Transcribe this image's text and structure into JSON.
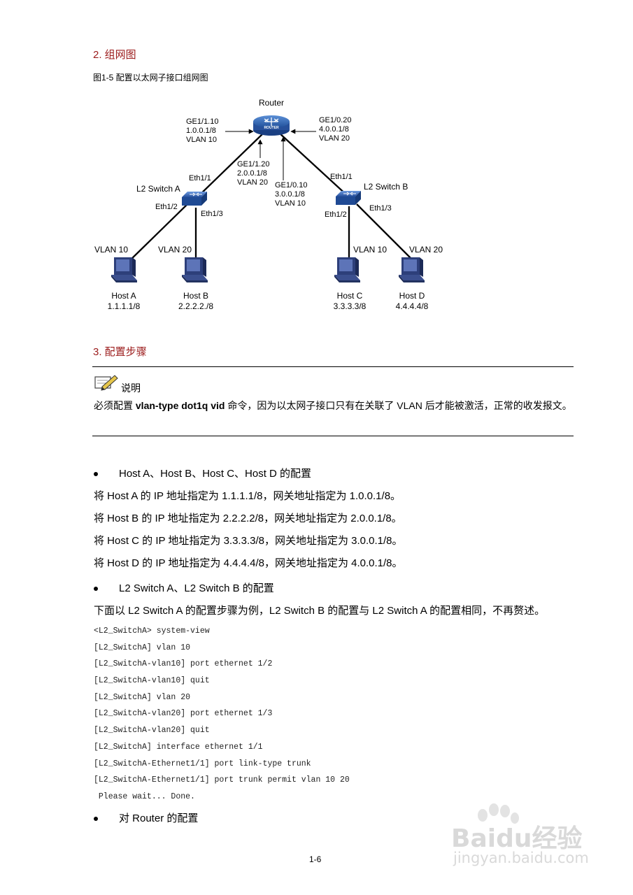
{
  "section2": {
    "title": "2. 组网图",
    "caption": "图1-5  配置以太网子接口组网图"
  },
  "diagram": {
    "router": {
      "name": "Router",
      "badge": "ROUTER"
    },
    "if_ge110": [
      "GE1/1.10",
      "1.0.0.1/8",
      "VLAN 10"
    ],
    "if_ge120": [
      "GE1/1.20",
      "2.0.0.1/8",
      "VLAN 20"
    ],
    "if_ge010": [
      "GE1/0.10",
      "3.0.0.1/8",
      "VLAN 10"
    ],
    "if_ge020": [
      "GE1/0.20",
      "4.0.0.1/8",
      "VLAN 20"
    ],
    "switch_a": {
      "name": "L2 Switch A",
      "eth1": "Eth1/1",
      "eth2": "Eth1/2",
      "eth3": "Eth1/3"
    },
    "switch_b": {
      "name": "L2 Switch B",
      "eth1": "Eth1/1",
      "eth2": "Eth1/2",
      "eth3": "Eth1/3"
    },
    "vlan_labels": [
      "VLAN 10",
      "VLAN 20",
      "VLAN 10",
      "VLAN 20"
    ],
    "hosts": [
      {
        "name": "Host A",
        "ip": "1.1.1.1/8"
      },
      {
        "name": "Host B",
        "ip": "2.2.2.2./8"
      },
      {
        "name": "Host C",
        "ip": "3.3.3.3/8"
      },
      {
        "name": "Host D",
        "ip": "4.4.4.4/8"
      }
    ]
  },
  "section3": {
    "title": "3. 配置步骤"
  },
  "note": {
    "title": "说明",
    "pre": "必须配置 ",
    "cmd": "vlan-type dot1q vid",
    "post": " 命令，因为以太网子接口只有在关联了 VLAN 后才能被激活，正常的收发报文。"
  },
  "hosts_section": {
    "bullet": "Host A、Host B、Host C、Host D 的配置",
    "lines": [
      "将 Host A 的 IP 地址指定为 1.1.1.1/8，网关地址指定为 1.0.0.1/8。",
      "将 Host B 的 IP 地址指定为 2.2.2.2/8，网关地址指定为 2.0.0.1/8。",
      "将 Host C 的 IP 地址指定为 3.3.3.3/8，网关地址指定为 3.0.0.1/8。",
      "将 Host D 的 IP 地址指定为 4.4.4.4/8，网关地址指定为 4.0.0.1/8。"
    ]
  },
  "switch_section": {
    "bullet": "L2 Switch A、L2 Switch B 的配置",
    "intro": "下面以 L2 Switch A 的配置步骤为例，L2 Switch B 的配置与 L2 Switch A 的配置相同，不再赘述。",
    "code": [
      "<L2_SwitchA> system-view",
      "[L2_SwitchA] vlan 10",
      "[L2_SwitchA-vlan10] port ethernet 1/2",
      "[L2_SwitchA-vlan10] quit",
      "[L2_SwitchA] vlan 20",
      "[L2_SwitchA-vlan20] port ethernet 1/3",
      "[L2_SwitchA-vlan20] quit",
      "[L2_SwitchA] interface ethernet 1/1",
      "[L2_SwitchA-Ethernet1/1] port link-type trunk",
      "[L2_SwitchA-Ethernet1/1] port trunk permit vlan 10 20",
      " Please wait... Done."
    ]
  },
  "router_section": {
    "bullet": "对 Router 的配置"
  },
  "page_number": "1-6",
  "watermark": {
    "brand": "Baidu经验",
    "url": "jingyan.baidu.com"
  }
}
